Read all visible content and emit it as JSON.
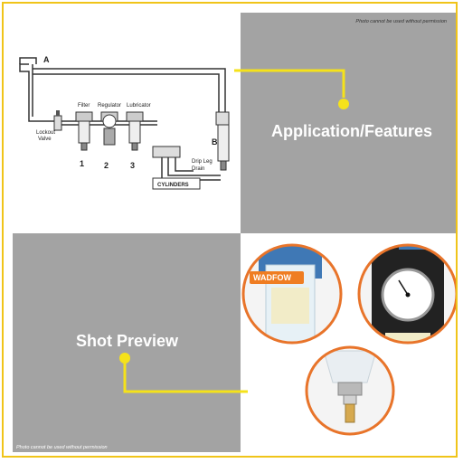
{
  "headings": {
    "application": "Application/Features",
    "shot": "Shot Preview"
  },
  "notice": "Photo cannot be used without permission",
  "diagram": {
    "point_a": "A",
    "point_b": "B",
    "lockout": [
      "Lockout",
      "Valve"
    ],
    "filter": "Filter",
    "regulator": "Regulator",
    "lubricator": "Lubricator",
    "num1": "1",
    "num2": "2",
    "num3": "3",
    "drip": [
      "Drip Leg",
      "Drain"
    ],
    "cylinders": "CYLINDERS"
  },
  "brand": "WADFOW",
  "colors": {
    "accent": "#f5e21a",
    "frame": "#f0c419",
    "panel_gray": "#a3a3a3",
    "circle_border": "#e8742a"
  }
}
